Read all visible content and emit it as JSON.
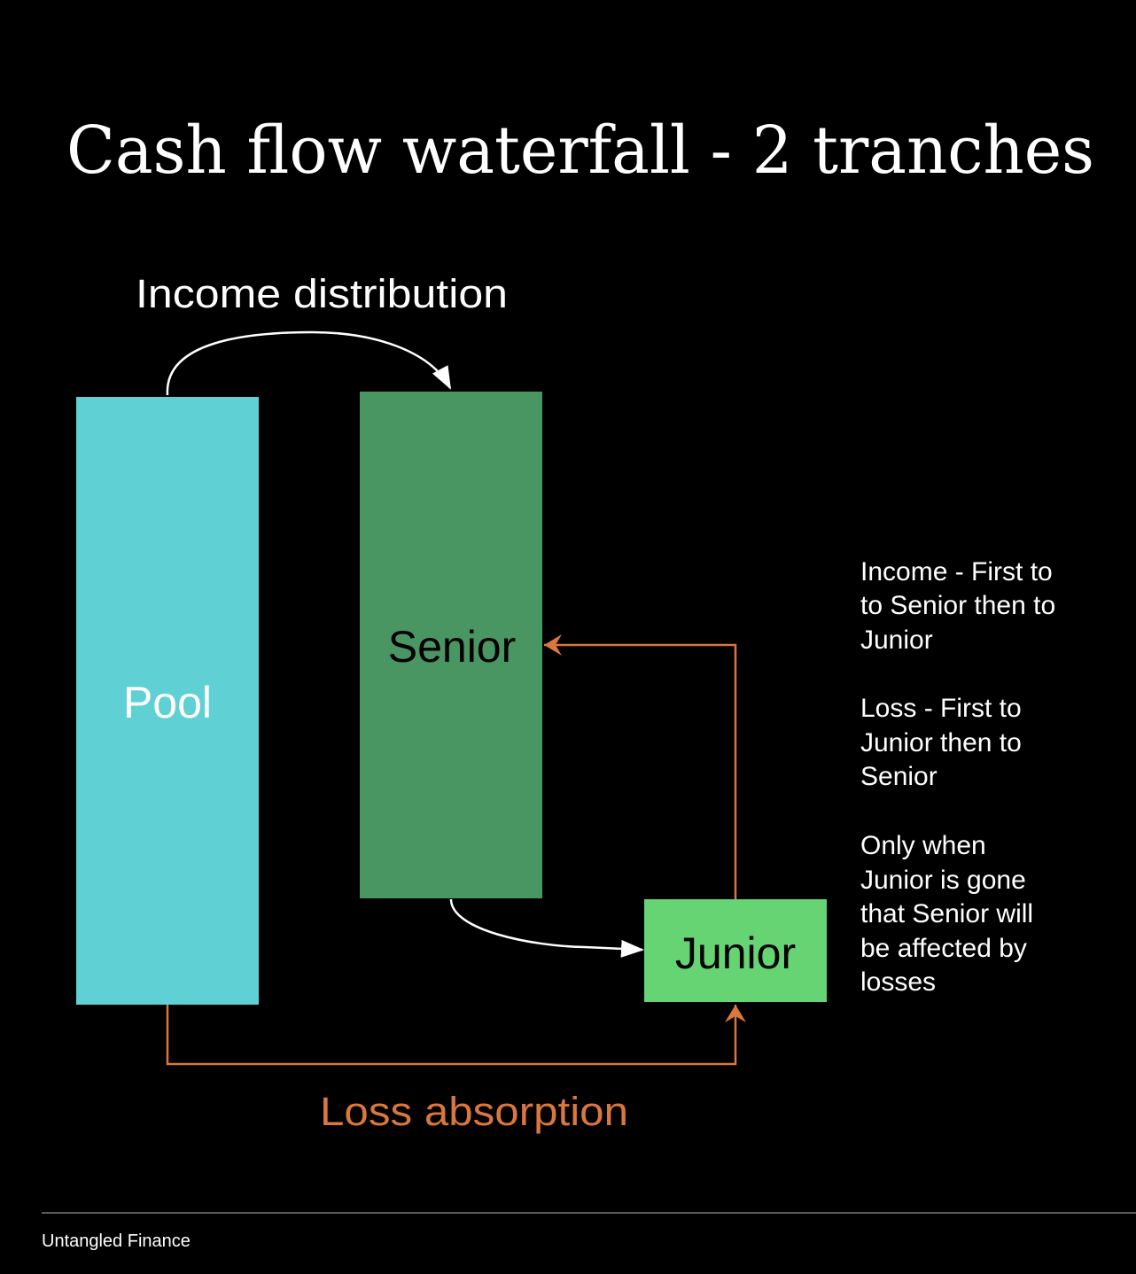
{
  "title": "Cash flow waterfall - 2 tranches",
  "income_label": "Income distribution",
  "loss_label": "Loss absorption",
  "boxes": {
    "pool": "Pool",
    "senior": "Senior",
    "junior": "Junior"
  },
  "notes": [
    [
      "Income - First to",
      "to Senior then to",
      "Junior"
    ],
    [
      "Loss - First to",
      "Junior then to",
      "Senior"
    ],
    [
      "Only when",
      "Junior is gone",
      "that Senior will",
      "be affected by",
      "losses"
    ]
  ],
  "footer": "Untangled Finance",
  "colors": {
    "pool": "#5fd0d3",
    "senior": "#4a9663",
    "junior": "#66d472",
    "loss": "#d9773e"
  }
}
